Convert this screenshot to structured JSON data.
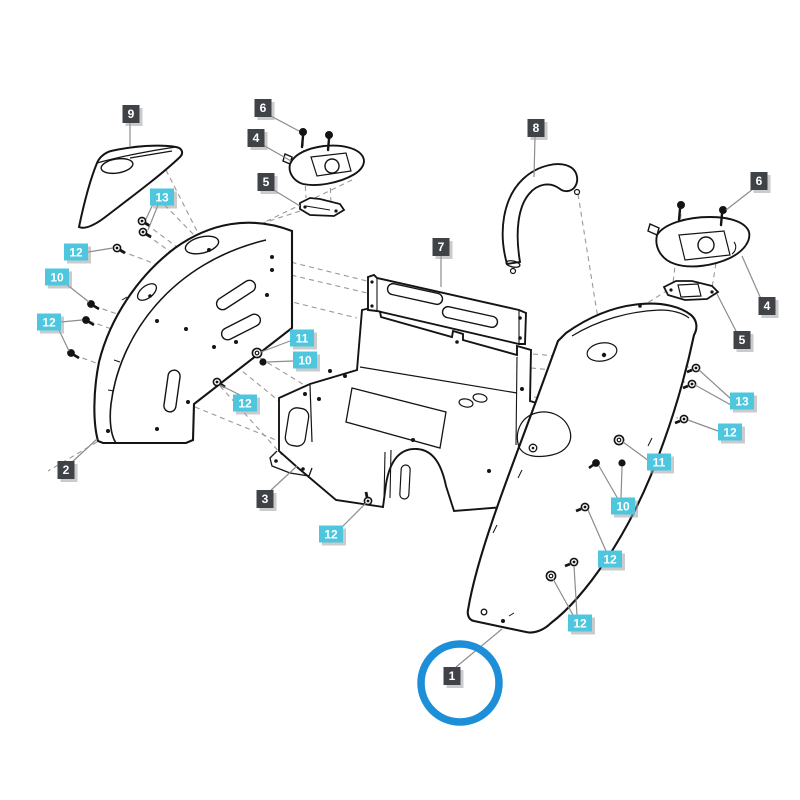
{
  "diagram": {
    "kind": "exploded-parts-diagram",
    "subject": "fender assembly line art with numbered callouts",
    "background": "#ffffff"
  },
  "colors": {
    "primary_label_bg": "#3f4347",
    "secondary_label_bg": "#4ec7de",
    "label_text": "#ffffff",
    "label_shadow": "#a0a0a0",
    "line_art": "#141414",
    "leader_line": "#8c8c8c",
    "dashed_line": "#999999",
    "highlight_circle": "#1d8fd8"
  },
  "highlight": {
    "circled_part": "1"
  },
  "callouts": {
    "primary": [
      {
        "text": "9"
      },
      {
        "text": "6"
      },
      {
        "text": "4"
      },
      {
        "text": "5"
      },
      {
        "text": "8"
      },
      {
        "text": "7"
      },
      {
        "text": "6"
      },
      {
        "text": "4"
      },
      {
        "text": "5"
      },
      {
        "text": "2"
      },
      {
        "text": "3"
      },
      {
        "text": "1"
      }
    ],
    "secondary": [
      {
        "text": "13"
      },
      {
        "text": "12"
      },
      {
        "text": "10"
      },
      {
        "text": "12"
      },
      {
        "text": "11"
      },
      {
        "text": "10"
      },
      {
        "text": "12"
      },
      {
        "text": "12"
      },
      {
        "text": "13"
      },
      {
        "text": "12"
      },
      {
        "text": "11"
      },
      {
        "text": "10"
      },
      {
        "text": "12"
      },
      {
        "text": "12"
      }
    ]
  }
}
